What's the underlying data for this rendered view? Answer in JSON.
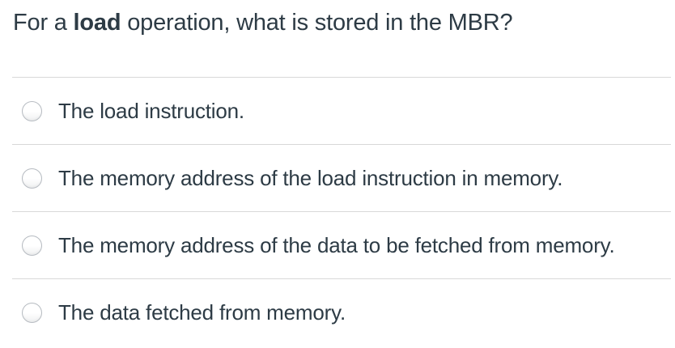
{
  "question": {
    "prefix": "For a ",
    "bold_term": "load",
    "suffix": " operation, what is stored in the MBR?"
  },
  "options": [
    {
      "label": "The load instruction."
    },
    {
      "label": "The memory address of the load instruction in memory."
    },
    {
      "label": "The memory address of the data to be fetched from memory."
    },
    {
      "label": "The data fetched from memory."
    }
  ],
  "colors": {
    "text": "#2d3b45",
    "divider": "#d8d8d8",
    "radio_border": "#b6bbc1"
  }
}
